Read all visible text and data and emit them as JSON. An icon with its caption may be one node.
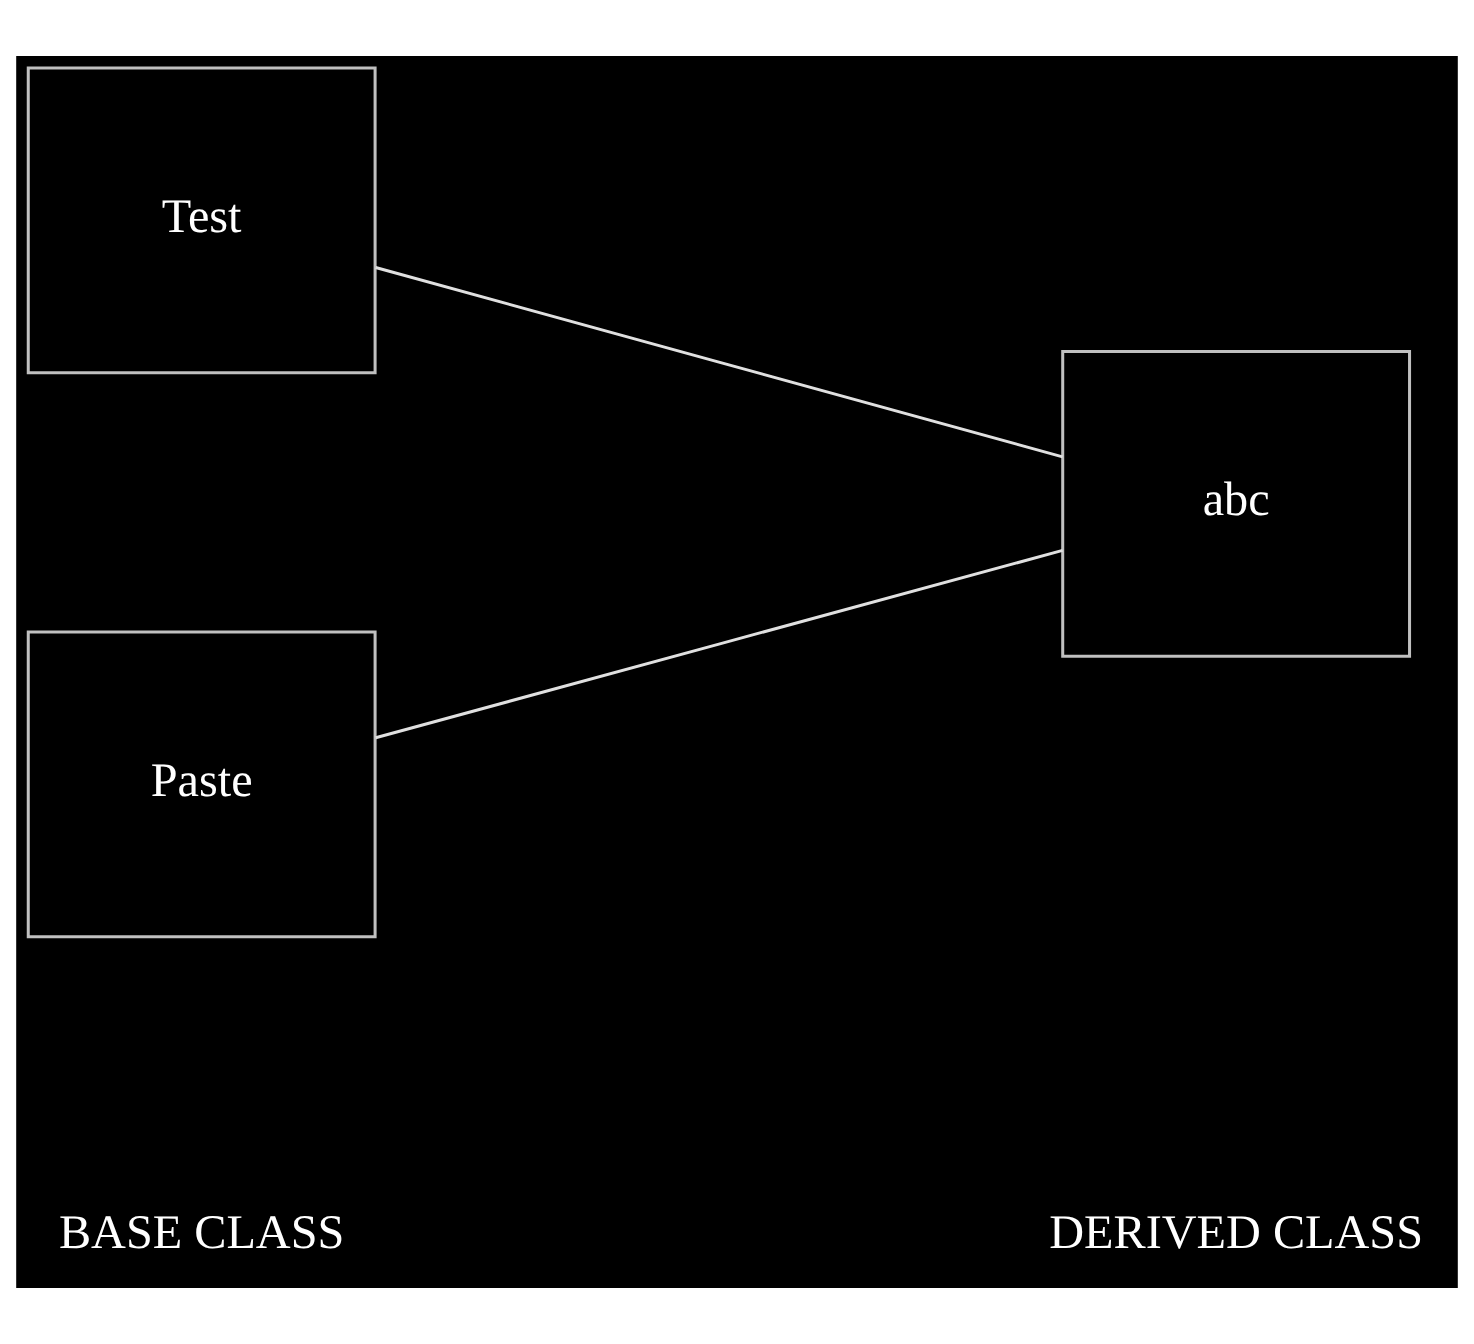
{
  "diagram": {
    "nodes": [
      {
        "text": [
          "Test"
        ]
      },
      {
        "text": [
          "Paste"
        ]
      },
      {
        "text": [
          "abc"
        ]
      }
    ],
    "edges": [
      {
        "from": 0,
        "to": 2,
        "arrow": "none"
      },
      {
        "from": 1,
        "to": 2,
        "arrow": "none"
      }
    ],
    "labels": [
      "BASE CLASS",
      "DERIVED CLASS"
    ]
  }
}
